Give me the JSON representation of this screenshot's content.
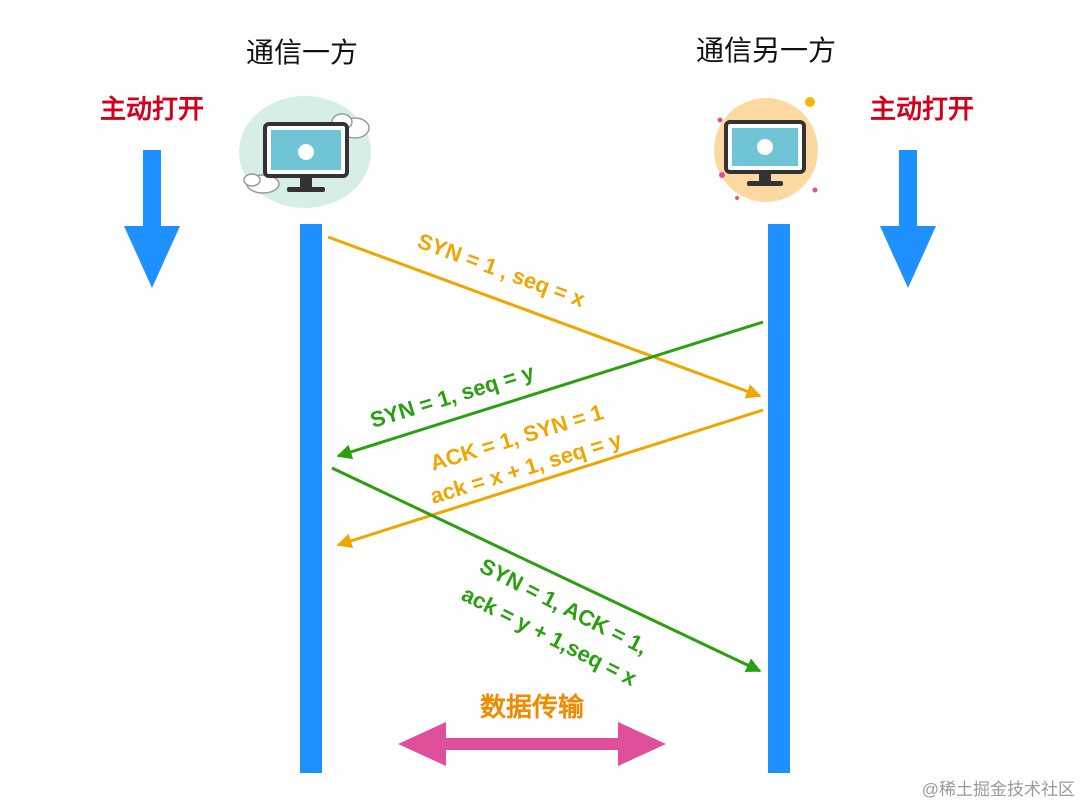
{
  "parties": {
    "left": "通信一方",
    "right": "通信另一方"
  },
  "open_labels": {
    "left": "主动打开",
    "right": "主动打开"
  },
  "messages": {
    "m1": {
      "line1": "SYN = 1 , seq = x",
      "color": "#f0a500"
    },
    "m2": {
      "line1": "SYN = 1, seq = y",
      "color": "#2aa011"
    },
    "m3": {
      "line1": "ACK = 1, SYN = 1",
      "line2": "ack = x + 1, seq = y",
      "color": "#f0a500"
    },
    "m4": {
      "line1": "SYN = 1, ACK = 1,",
      "line2": "ack = y + 1,seq = x",
      "color": "#2aa011"
    }
  },
  "transfer_label": "数据传输",
  "watermark": "@稀土掘金技术社区",
  "icons": {
    "left_computer": "computer-cloud-icon",
    "right_computer": "computer-sun-icon",
    "arrow_down": "arrow-down-icon",
    "double_arrow": "double-arrow-icon"
  },
  "colors": {
    "timeline": "#1e90ff",
    "arrow_down": "#1e90ff",
    "double_arrow": "#e0509a",
    "open_label": "#d0021b",
    "transfer_label": "#f08a00"
  }
}
